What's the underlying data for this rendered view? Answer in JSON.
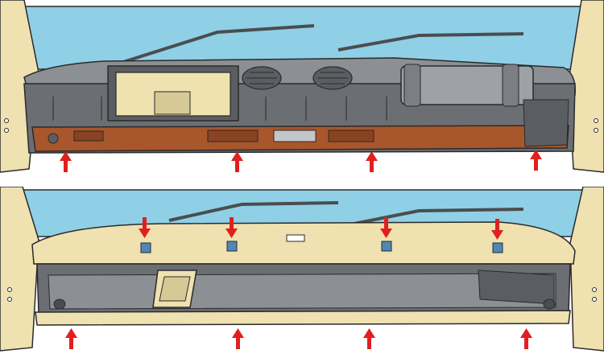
{
  "illustration": {
    "panels": [
      {
        "name": "dashboard-with-trim",
        "arrow_count": 4
      },
      {
        "name": "dashboard-frame-without-trim",
        "arrow_count": 8
      }
    ],
    "colors": {
      "windshield": "#8fd0e6",
      "body_cream": "#efe1b0",
      "dash_gray": "#6b6f73",
      "dash_gray_light": "#8c9095",
      "wood_trim": "#a8562c",
      "arrow_red": "#e0201f",
      "bracket_blue": "#4f88b5",
      "outline": "#2a2a2a"
    }
  }
}
